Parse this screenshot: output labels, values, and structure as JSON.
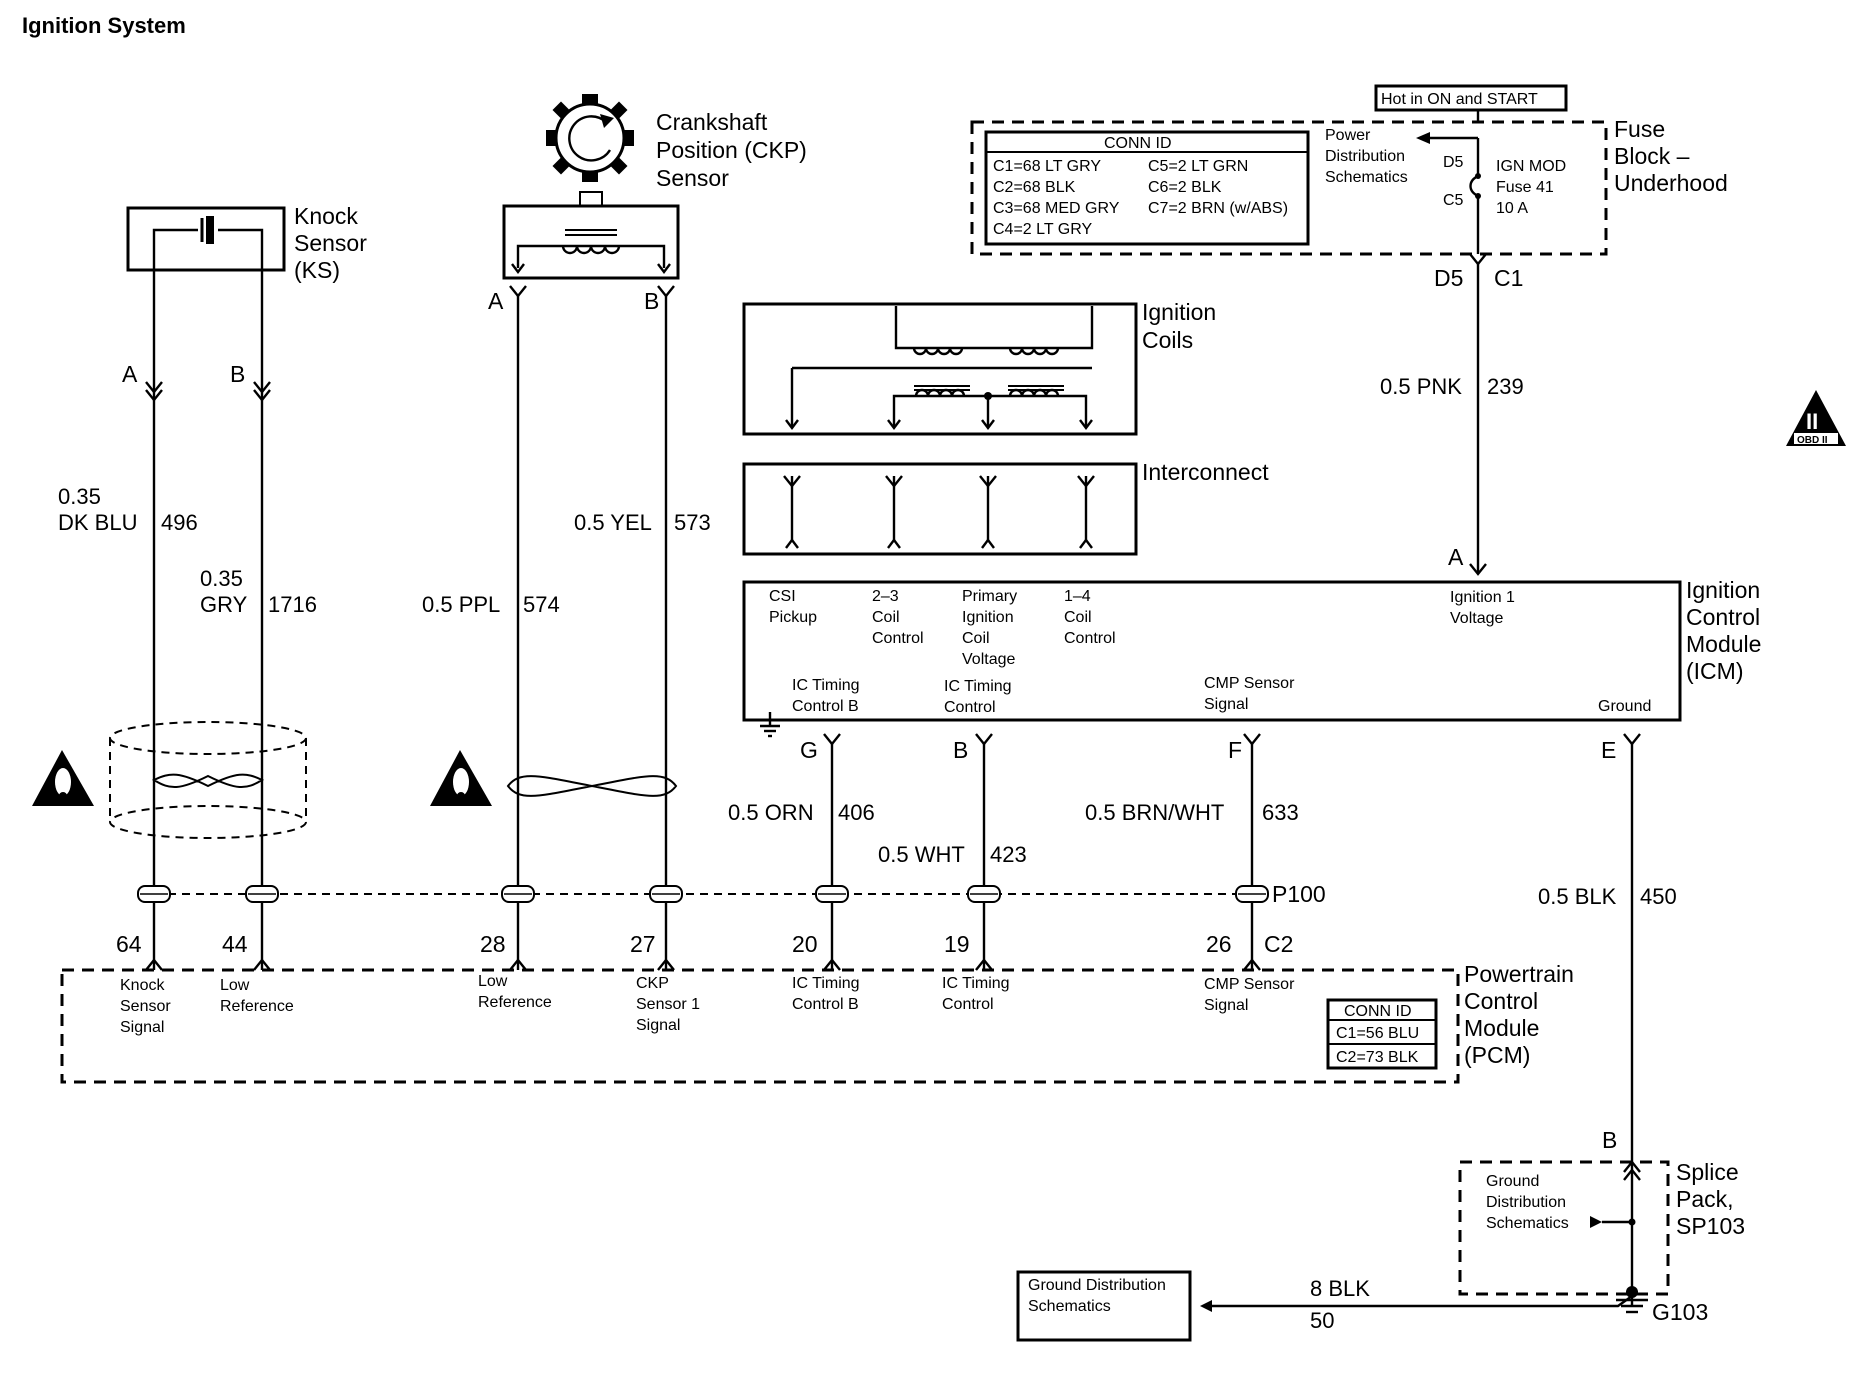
{
  "title": "Ignition System",
  "fuse_block": {
    "hot_label": "Hot in ON and START",
    "name_lines": [
      "Fuse",
      "Block –",
      "Underhood"
    ],
    "conn_id_title": "CONN ID",
    "conn_left": [
      "C1=68 LT GRY",
      "C2=68 BLK",
      "C3=68 MED GRY",
      "C4=2 LT GRY"
    ],
    "conn_right": [
      "C5=2 LT GRN",
      "C6=2 BLK",
      "C7=2 BRN (w/ABS)"
    ],
    "power_dist": [
      "Power",
      "Distribution",
      "Schematics"
    ],
    "fuse_lines": [
      "IGN MOD",
      "Fuse 41",
      "10 A"
    ],
    "pin_d5": "D5",
    "pin_c5": "C5",
    "bottom_pin": "D5",
    "bottom_conn": "C1"
  },
  "ckp_sensor": {
    "name_lines": [
      "Crankshaft",
      "Position (CKP)",
      "Sensor"
    ],
    "pin_a": "A",
    "pin_b": "B"
  },
  "knock_sensor": {
    "name_lines": [
      "Knock",
      "Sensor",
      "(KS)"
    ],
    "pin_a": "A",
    "pin_b": "B"
  },
  "ignition_coils": {
    "name_lines": [
      "Ignition",
      "Coils"
    ]
  },
  "interconnect": {
    "name": "Interconnect"
  },
  "icm": {
    "name_lines": [
      "Ignition",
      "Control",
      "Module",
      "(ICM)"
    ],
    "top_pin": "A",
    "labels": {
      "csi": [
        "CSI",
        "Pickup"
      ],
      "coil23": [
        "2–3",
        "Coil",
        "Control"
      ],
      "primary": [
        "Primary",
        "Ignition",
        "Coil",
        "Voltage"
      ],
      "coil14": [
        "1–4",
        "Coil",
        "Control"
      ],
      "ign1": [
        "Ignition 1",
        "Voltage"
      ],
      "ic_b": [
        "IC Timing",
        "Control B"
      ],
      "ic": [
        "IC Timing",
        "Control"
      ],
      "cmp": [
        "CMP Sensor",
        "Signal"
      ],
      "ground": "Ground"
    },
    "pins": {
      "g": "G",
      "b": "B",
      "f": "F",
      "e": "E"
    }
  },
  "wires": {
    "ks_a": {
      "size": "0.35",
      "color": "DK BLU",
      "circuit": "496"
    },
    "ks_b": {
      "size": "0.35",
      "color": "GRY",
      "circuit": "1716"
    },
    "ckp_a": {
      "label": "0.5 PPL",
      "circuit": "574"
    },
    "ckp_b": {
      "label": "0.5 YEL",
      "circuit": "573"
    },
    "fuse": {
      "label": "0.5 PNK",
      "circuit": "239"
    },
    "g": {
      "label": "0.5 ORN",
      "circuit": "406"
    },
    "b": {
      "label": "0.5 WHT",
      "circuit": "423"
    },
    "f": {
      "label": "0.5 BRN/WHT",
      "circuit": "633"
    },
    "e": {
      "label": "0.5 BLK",
      "circuit": "450"
    },
    "ground": {
      "label": "8 BLK",
      "circuit": "50"
    }
  },
  "pcm": {
    "name_lines": [
      "Powertrain",
      "Control",
      "Module",
      "(PCM)"
    ],
    "connector": "P100",
    "conn_c2": "C2",
    "pins": [
      "64",
      "44",
      "28",
      "27",
      "20",
      "19",
      "26"
    ],
    "labels": {
      "ks_signal": [
        "Knock",
        "Sensor",
        "Signal"
      ],
      "low_ref1": [
        "Low",
        "Reference"
      ],
      "low_ref2": [
        "Low",
        "Reference"
      ],
      "ckp_signal": [
        "CKP",
        "Sensor 1",
        "Signal"
      ],
      "ic_b": [
        "IC Timing",
        "Control B"
      ],
      "ic": [
        "IC Timing",
        "Control"
      ],
      "cmp": [
        "CMP Sensor",
        "Signal"
      ]
    },
    "conn_id_title": "CONN ID",
    "conn_id": [
      "C1=56 BLU",
      "C2=73 BLK"
    ]
  },
  "splice": {
    "name_lines": [
      "Splice",
      "Pack,",
      "SP103"
    ],
    "top_pin": "B",
    "ground_dist": [
      "Ground",
      "Distribution",
      "Schematics"
    ]
  },
  "ground_box": {
    "lines": [
      "Ground Distribution",
      "Schematics"
    ]
  },
  "ground_point": "G103",
  "obd_badge": {
    "line1": "II",
    "line2": "OBD II"
  }
}
